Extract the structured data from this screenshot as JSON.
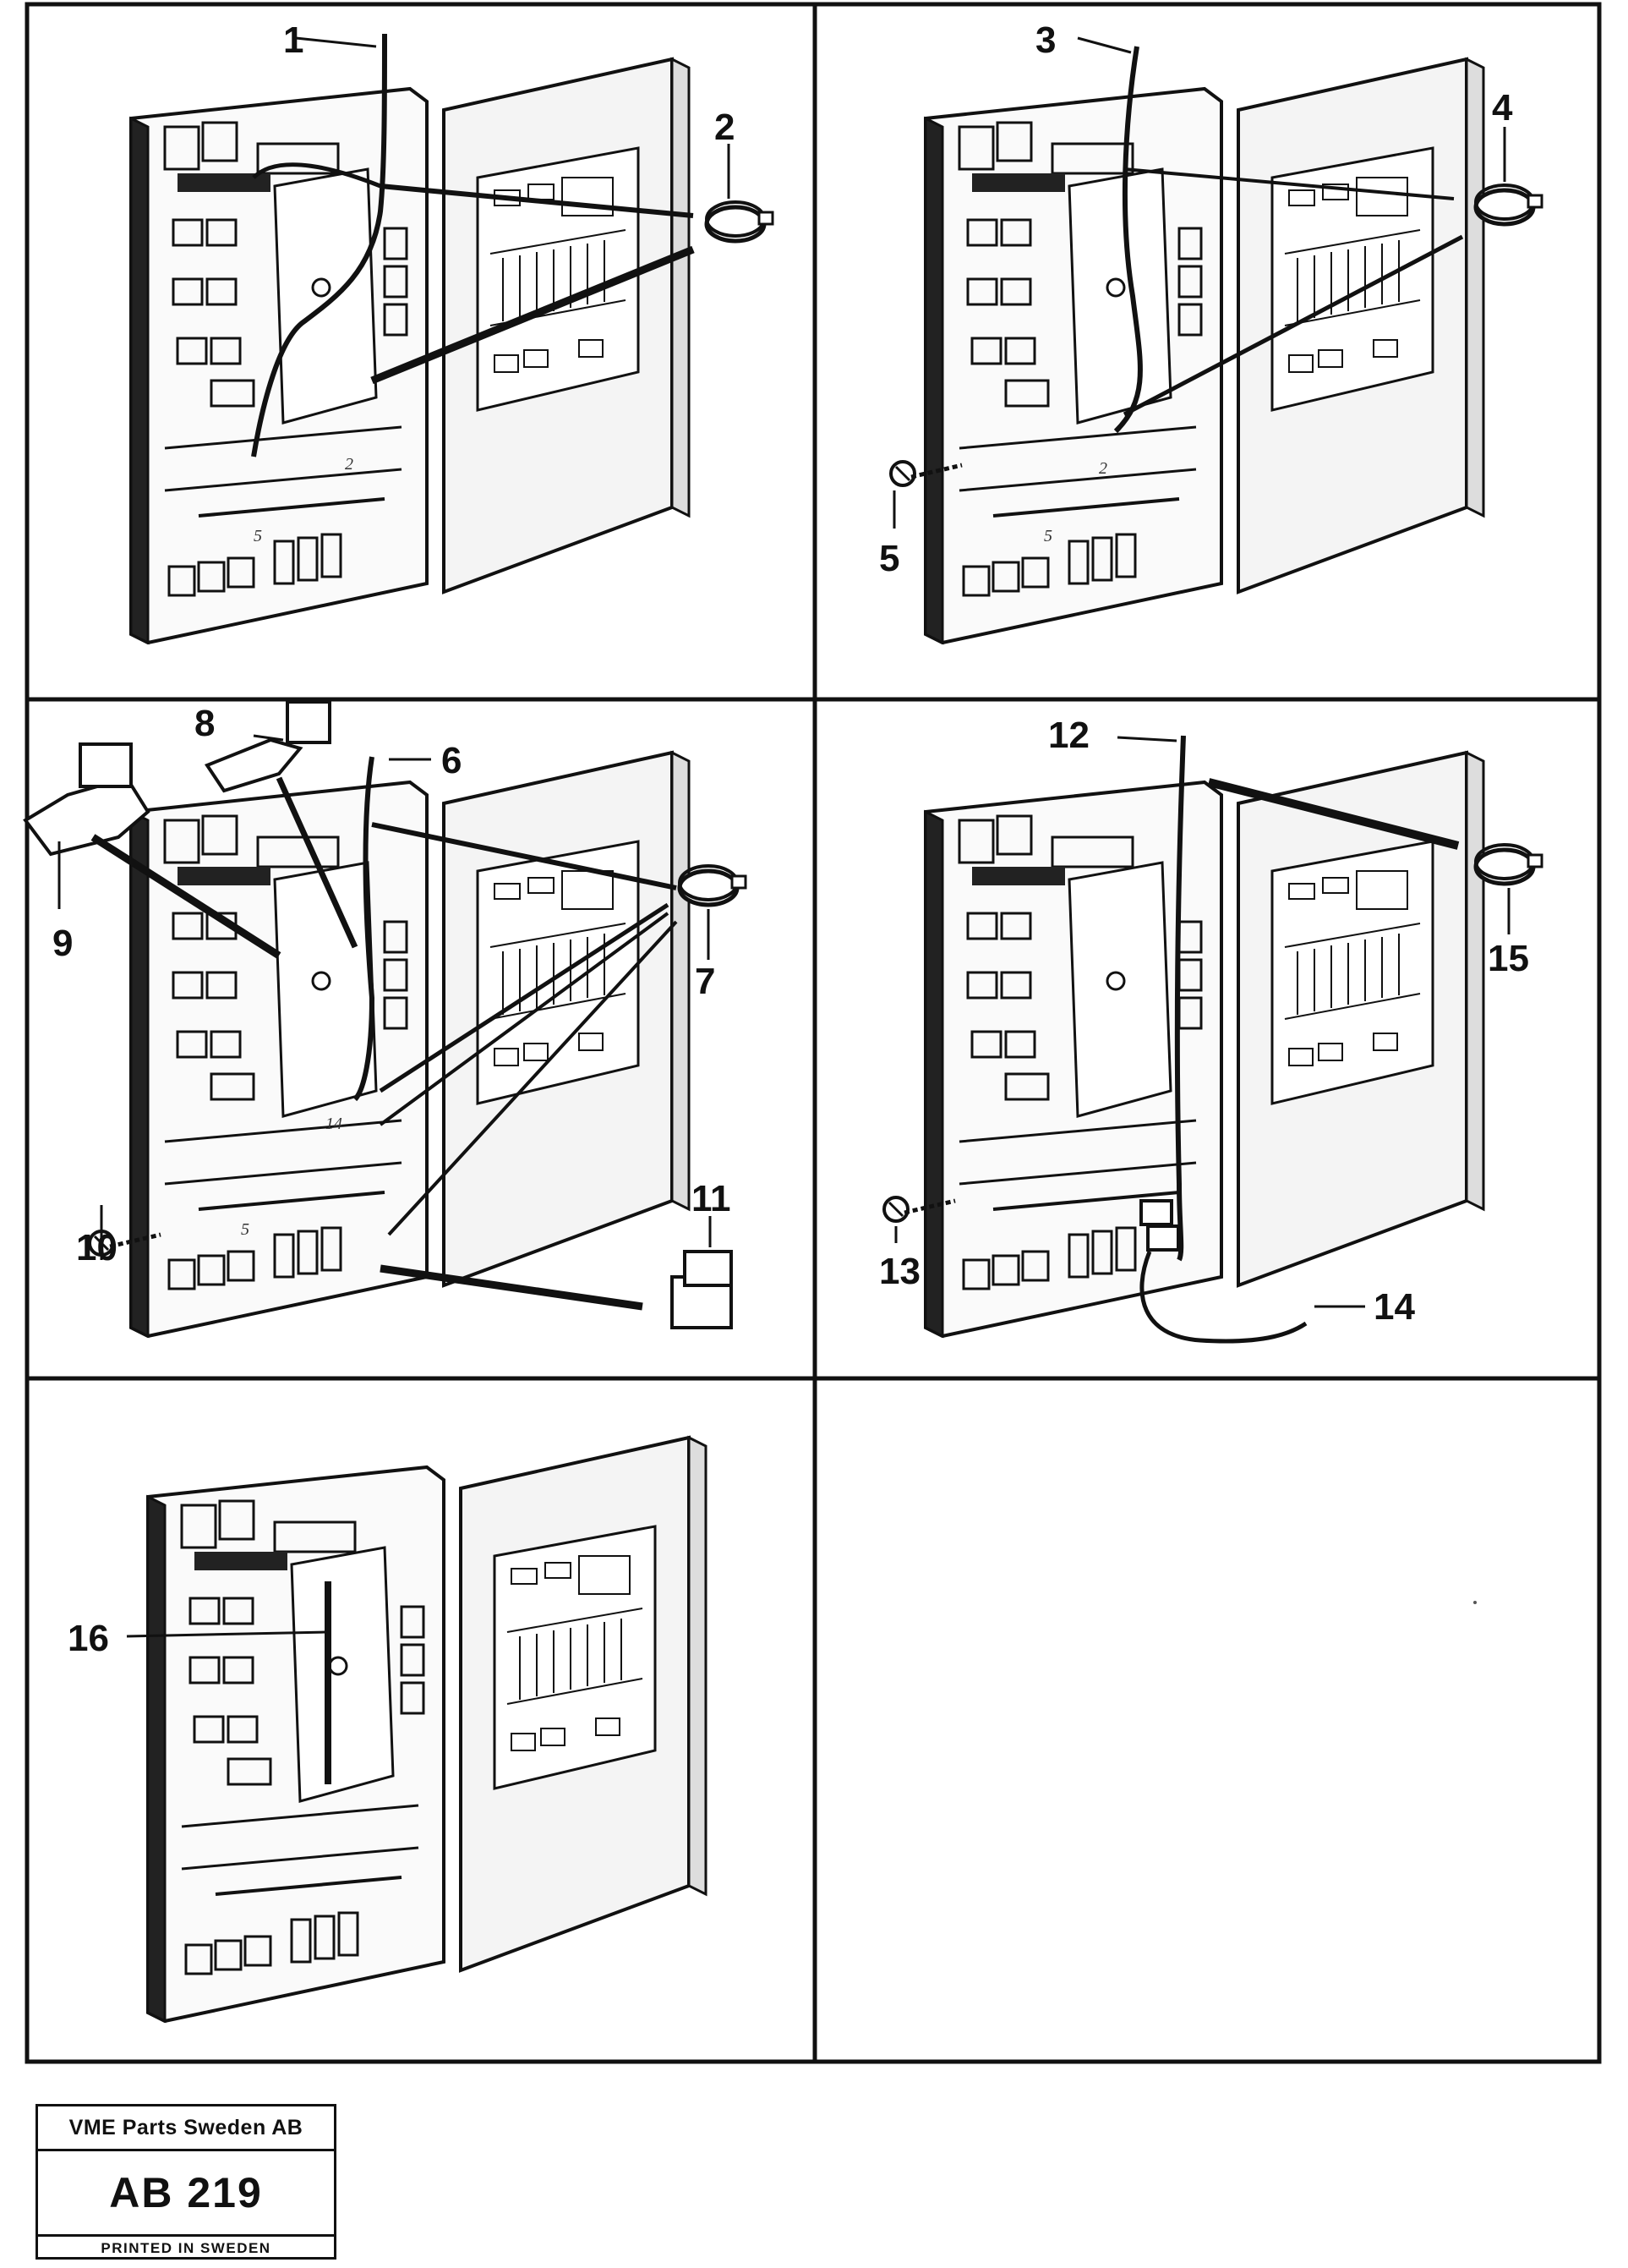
{
  "figure": {
    "description_none": "",
    "panels": [
      {
        "id": "p1",
        "callouts": [
          "1",
          "2"
        ],
        "board_marks": [
          "2",
          "5"
        ]
      },
      {
        "id": "p2",
        "callouts": [
          "3",
          "4",
          "5"
        ],
        "board_marks": [
          "2",
          "5"
        ]
      },
      {
        "id": "p3",
        "callouts": [
          "6",
          "7",
          "8",
          "9",
          "10",
          "11"
        ],
        "board_marks": [
          "14",
          "5"
        ]
      },
      {
        "id": "p4",
        "callouts": [
          "12",
          "13",
          "14",
          "15"
        ],
        "board_marks": []
      },
      {
        "id": "p5",
        "callouts": [
          "16"
        ],
        "board_marks": []
      },
      {
        "id": "p6",
        "callouts": [],
        "board_marks": []
      }
    ]
  },
  "title_block": {
    "company": "VME Parts Sweden AB",
    "code": "AB 219",
    "printed": "PRINTED IN SWEDEN"
  },
  "colors": {
    "ink": "#111111",
    "paper": "#ffffff",
    "panel_fill": "#f7f7f7"
  }
}
